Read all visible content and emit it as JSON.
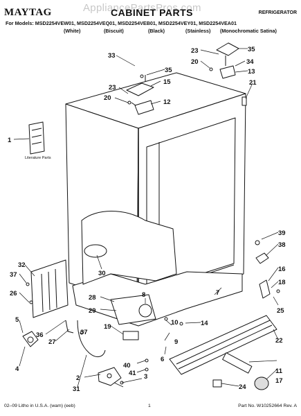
{
  "header": {
    "brand": "MAYTAG",
    "title": "CABINET PARTS",
    "watermark": "AppliancePartsPros.com",
    "category": "REFRIGERATOR",
    "models_line": "For Models: MSD2254VEW01, MSD2254VEQ01, MSD2254VEB01, MSD2254VEY01, MSD2254VEA01",
    "variants": [
      "(White)",
      "(Biscuit)",
      "(Black)",
      "(Stainless)",
      "(Monochromatic Satina)"
    ]
  },
  "diagram": {
    "literature_label": "Literature Parts",
    "callouts": [
      "1",
      "2",
      "3",
      "4",
      "5",
      "6",
      "7",
      "8",
      "9",
      "10",
      "11",
      "12",
      "13",
      "14",
      "15",
      "16",
      "17",
      "18",
      "19",
      "20",
      "20",
      "21",
      "22",
      "23",
      "23",
      "24",
      "25",
      "26",
      "27",
      "28",
      "29",
      "30",
      "31",
      "32",
      "33",
      "34",
      "35",
      "35",
      "36",
      "37",
      "37",
      "38",
      "39",
      "40",
      "41"
    ]
  },
  "footer": {
    "left": "02–09 Litho in U.S.A. (wam) (eeb)",
    "page": "1",
    "part_no": "Part No. W10252664 Rev. A"
  }
}
